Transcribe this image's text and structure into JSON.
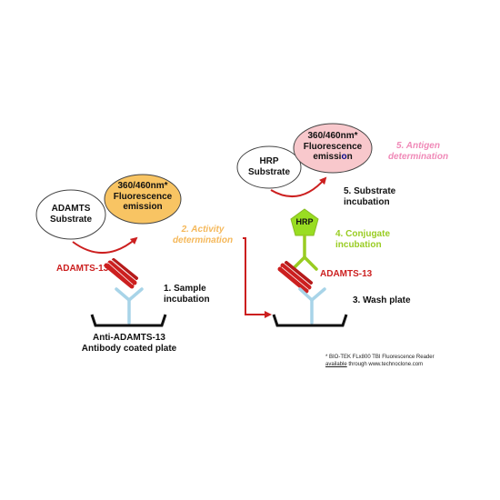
{
  "colors": {
    "arrow_red": "#cc1f1f",
    "activity_orange": "#f5b85a",
    "antigen_pink": "#f08ab8",
    "conjugate_green": "#99cc22",
    "hrp_green": "#99dd22",
    "antibody_blue": "#a8d4e8",
    "fluor_orange": "#f8c463",
    "fluor_pink": "#f8c8cc",
    "adamts_red": "#cc1f1f",
    "emission_blue": "#0a0a8a"
  },
  "left": {
    "substrate_line1": "ADAMTS",
    "substrate_line2": "Substrate",
    "fluor_line1": "360/460nm*",
    "fluor_line2": "Fluorescence",
    "fluor_line3": "emission",
    "activity_line1": "2. Activity",
    "activity_line2": "determination",
    "adamts_label": "ADAMTS-13",
    "sample_line1": "1. Sample",
    "sample_line2": "incubation",
    "plate_line1": "Anti-ADAMTS-13",
    "plate_line2": "Antibody coated plate"
  },
  "right": {
    "fluor_line1": "360/460nm*",
    "fluor_line2": "Fluorescence",
    "fluor_line3_part1": "emissi",
    "fluor_line3_part2": "o",
    "fluor_line3_part3": "n",
    "antigen_line1": "5. Antigen",
    "antigen_line2": "determination",
    "substrate_line1": "HRP",
    "substrate_line2": "Substrate",
    "substrate_incubation_line1": "5. Substrate",
    "substrate_incubation_line2": "incubation",
    "hrp_label": "HRP",
    "conjugate_line1": "4. Conjugate",
    "conjugate_line2": "incubation",
    "adamts_label": "ADAMTS-13",
    "wash_label": "3. Wash plate"
  },
  "footnote": {
    "line1": "* BIO-TEK FLx800 TBI Fluorescence Reader",
    "line2_part1": "available",
    "line2_part2": " through www.technoclone.com"
  }
}
